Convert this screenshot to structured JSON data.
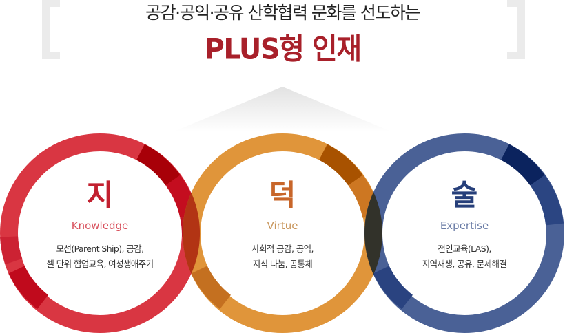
{
  "header": {
    "subtitle": "공감·공익·공유 산학협력 문화를 선도하는",
    "title": "PLUS형 인재"
  },
  "colors": {
    "title": "#a8202a",
    "bracket": "#ebebeb",
    "knowledge": {
      "ring": "#d93642",
      "dark": "#a80008",
      "mid": "#c40d1f",
      "glyph": "#c2202f",
      "eng": "#d8505c"
    },
    "virtue": {
      "ring": "#e0953a",
      "dark": "#a85200",
      "mid": "#cd7722",
      "glyph": "#c8662a",
      "eng": "#c8955a"
    },
    "expertise": {
      "ring": "#4a6196",
      "dark": "#0b235e",
      "mid": "#2b4582",
      "glyph": "#263f7a",
      "eng": "#6a7ca6"
    }
  },
  "circles": [
    {
      "id": "knowledge",
      "glyph": "지",
      "english": "Knowledge",
      "desc_lines": [
        "모선(Parent Ship), 공감,",
        "셀 단위 협업교육, 여성생애주기"
      ]
    },
    {
      "id": "virtue",
      "glyph": "덕",
      "english": "Virtue",
      "desc_lines": [
        "사회적 공감, 공익,",
        "지식 나눔, 공통체"
      ]
    },
    {
      "id": "expertise",
      "glyph": "술",
      "english": "Expertise",
      "desc_lines": [
        "전인교육(LAS),",
        "지역재생, 공유, 문제해결"
      ]
    }
  ]
}
